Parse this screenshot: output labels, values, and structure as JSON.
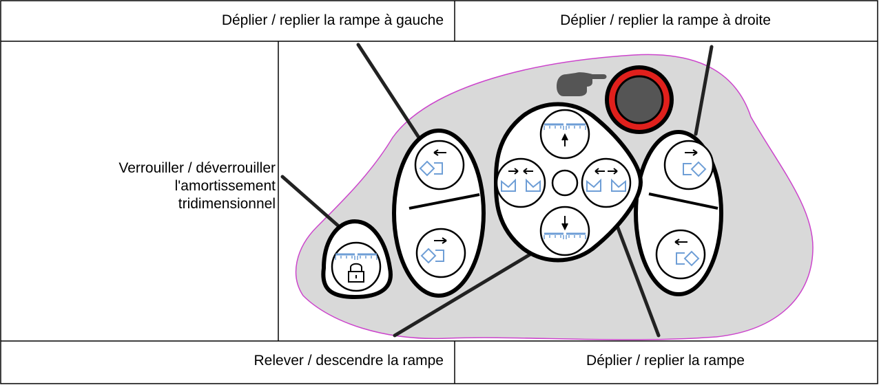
{
  "labels": {
    "top_left": "Déplier / replier la rampe à gauche",
    "top_right": "Déplier / replier la rampe à droite",
    "side_line1": "Verrouiller / déverrouiller",
    "side_line2": "l'amortissement",
    "side_line3": "tridimensionnel",
    "bottom_left": "Relever / descendre la rampe",
    "bottom_right": "Déplier / replier la rampe"
  },
  "icons": {
    "pointer": "hand-pointer-icon",
    "stop": "emergency-stop-button",
    "lock": "padlock-icon",
    "boom": "boom-fold-icon"
  },
  "colors": {
    "panel": "#d9d9d9",
    "panel_outline": "#cc44cc",
    "boom_icon": "#6e9ed6",
    "stop_ring": "#e0201c",
    "stop_center": "#555555",
    "lines": "#222222"
  }
}
